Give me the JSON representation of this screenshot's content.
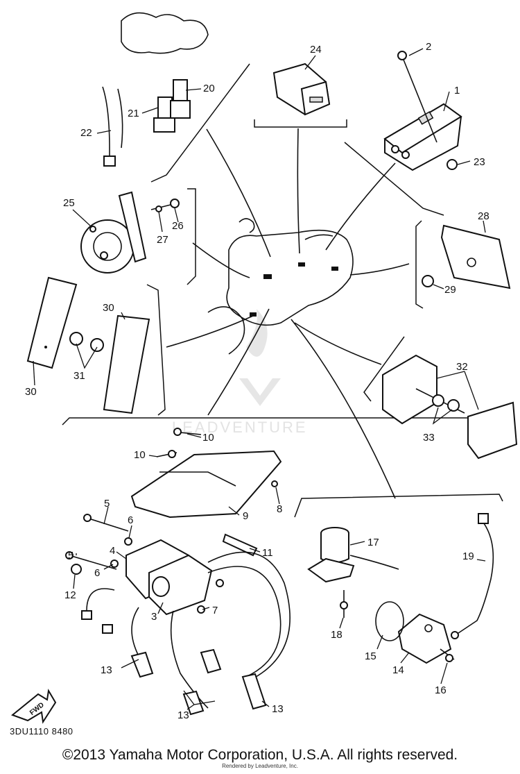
{
  "diagram": {
    "drawing_code": "3DU1110 8480",
    "fwd_label": "FWD",
    "watermark": "LEADVENTURE",
    "labels": {
      "1": "1",
      "2": "2",
      "3": "3",
      "4": "4",
      "5": "5",
      "6": "6",
      "7": "7",
      "8": "8",
      "9": "9",
      "10": "10",
      "11": "11",
      "12": "12",
      "13": "13",
      "14": "14",
      "15": "15",
      "16": "16",
      "17": "17",
      "18": "18",
      "19": "19",
      "20": "20",
      "21": "21",
      "22": "22",
      "23": "23",
      "24": "24",
      "25": "25",
      "26": "26",
      "27": "27",
      "28": "28",
      "29": "29",
      "30": "30",
      "31": "31",
      "32": "32",
      "33": "33"
    }
  },
  "footer": {
    "copyright": "©2013 Yamaha Motor Corporation, U.S.A. All rights reserved.",
    "credit": "Rendered by Leadventure, Inc."
  }
}
